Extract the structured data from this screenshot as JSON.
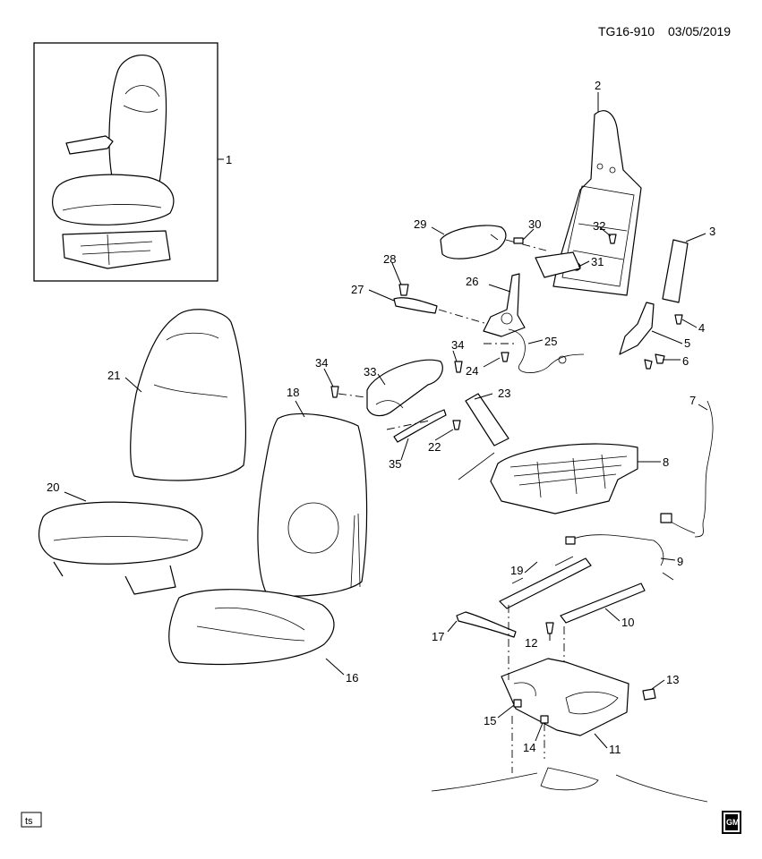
{
  "header": {
    "reference": "TG16-910",
    "date": "03/05/2019"
  },
  "footer": {
    "ts_tag": "ts",
    "logo_text": "GM"
  },
  "callouts": [
    "1",
    "2",
    "3",
    "4",
    "5",
    "6",
    "7",
    "8",
    "9",
    "10",
    "11",
    "12",
    "13",
    "14",
    "15",
    "16",
    "17",
    "18",
    "19",
    "20",
    "21",
    "22",
    "23",
    "24",
    "25",
    "26",
    "27",
    "28",
    "29",
    "30",
    "31",
    "32",
    "33",
    "34",
    "34",
    "35"
  ]
}
